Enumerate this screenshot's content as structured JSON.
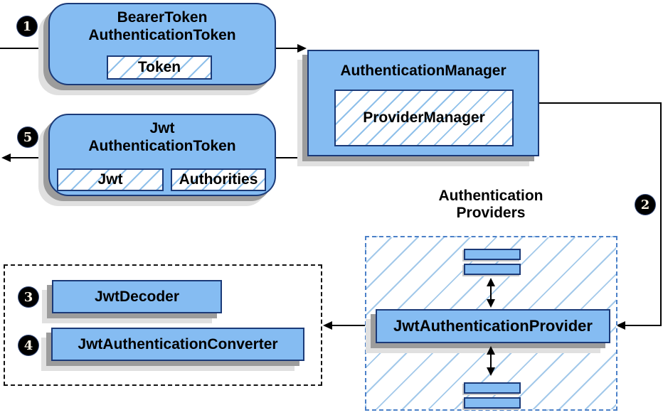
{
  "badges": {
    "step1": "1",
    "step2": "2",
    "step3": "3",
    "step4": "4",
    "step5": "5"
  },
  "nodes": {
    "bearer": {
      "line1": "BearerToken",
      "line2": "AuthenticationToken",
      "chip": "Token"
    },
    "manager": {
      "title": "AuthenticationManager",
      "chip": "ProviderManager"
    },
    "jwt": {
      "line1": "Jwt",
      "line2": "AuthenticationToken",
      "chip_jwt": "Jwt",
      "chip_authorities": "Authorities"
    },
    "providers": {
      "line1": "Authentication",
      "line2": "Providers",
      "provider": "JwtAuthenticationProvider"
    },
    "decoders": {
      "decoder": "JwtDecoder",
      "converter": "JwtAuthenticationConverter"
    }
  },
  "colors": {
    "node_fill": "#85BCF2",
    "node_border": "#1B3A78",
    "hatch_line": "#8FC0EA",
    "container_hatch_line": "#A3C9EA",
    "dashed_blue_border": "#4B80C8",
    "dashed_black_border": "#111111",
    "shadow_dark": "#9C9C9C",
    "shadow_light": "#E0E0E0",
    "arrow": "#000000",
    "badge_bg": "#000000",
    "badge_text": "#FBF3E4"
  }
}
